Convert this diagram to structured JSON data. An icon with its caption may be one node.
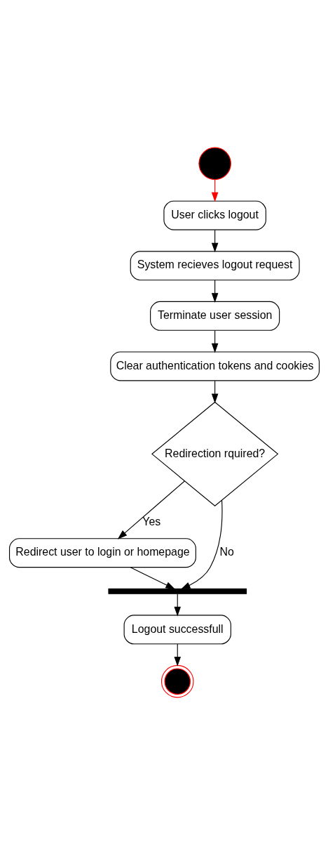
{
  "diagram": {
    "nodes": [
      {
        "text": [],
        "shape": "circle"
      },
      {
        "text": [
          "User clicks logout"
        ]
      },
      {
        "text": [
          "System recieves logout request"
        ]
      },
      {
        "text": [
          "Terminate user session"
        ]
      },
      {
        "text": [
          "Clear authentication tokens and cookies"
        ]
      },
      {
        "text": [
          "Redirection rquired?"
        ]
      },
      {
        "text": [
          "Redirect user to login or homepage"
        ]
      },
      {
        "text": [],
        "shape": "bar"
      },
      {
        "text": [
          "Logout successfull"
        ]
      },
      {
        "text": [],
        "shape": "circle"
      }
    ],
    "edges": [
      {
        "from": 0,
        "to": 1,
        "arrow": "to",
        "color": "#ff0000"
      },
      {
        "from": 1,
        "to": 2,
        "arrow": "to"
      },
      {
        "from": 2,
        "to": 3,
        "arrow": "to"
      },
      {
        "from": 3,
        "to": 4,
        "arrow": "to"
      },
      {
        "from": 4,
        "to": 5,
        "arrow": "to"
      },
      {
        "from": 5,
        "to": 6,
        "arrow": "to",
        "label": "Yes"
      },
      {
        "from": 5,
        "to": 7,
        "arrow": "to",
        "label": "No"
      },
      {
        "from": 6,
        "to": 7,
        "arrow": "to"
      },
      {
        "from": 7,
        "to": 8,
        "arrow": "to"
      },
      {
        "from": 8,
        "to": 9,
        "arrow": "to"
      }
    ]
  }
}
